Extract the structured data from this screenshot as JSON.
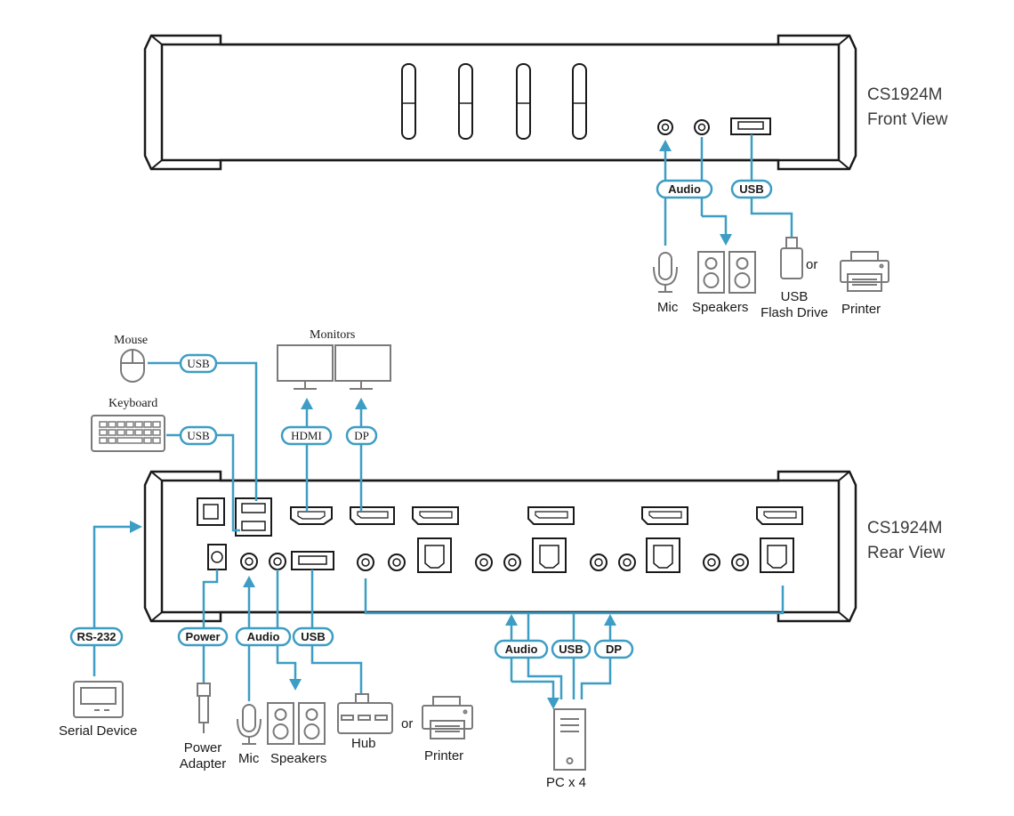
{
  "front": {
    "title": "CS1924M",
    "subtitle": "Front View"
  },
  "rear": {
    "title": "CS1924M",
    "subtitle": "Rear View"
  },
  "labels": {
    "audio": "Audio",
    "usb": "USB",
    "usb_serif": "USB",
    "hdmi": "HDMI",
    "dp": "DP",
    "rs232": "RS-232",
    "power": "Power"
  },
  "devices": {
    "mic": "Mic",
    "speakers": "Speakers",
    "usb_flash_line1": "USB",
    "usb_flash_line2": "Flash Drive",
    "or": "or",
    "printer": "Printer",
    "mouse": "Mouse",
    "keyboard": "Keyboard",
    "monitors": "Monitors",
    "serial_device": "Serial Device",
    "power_adapter_line1": "Power",
    "power_adapter_line2": "Adapter",
    "hub": "Hub",
    "pc": "PC x 4"
  },
  "colors": {
    "cable": "#3d9dc4",
    "outline": "#1a1a1a",
    "device": "#7a7a7a"
  }
}
